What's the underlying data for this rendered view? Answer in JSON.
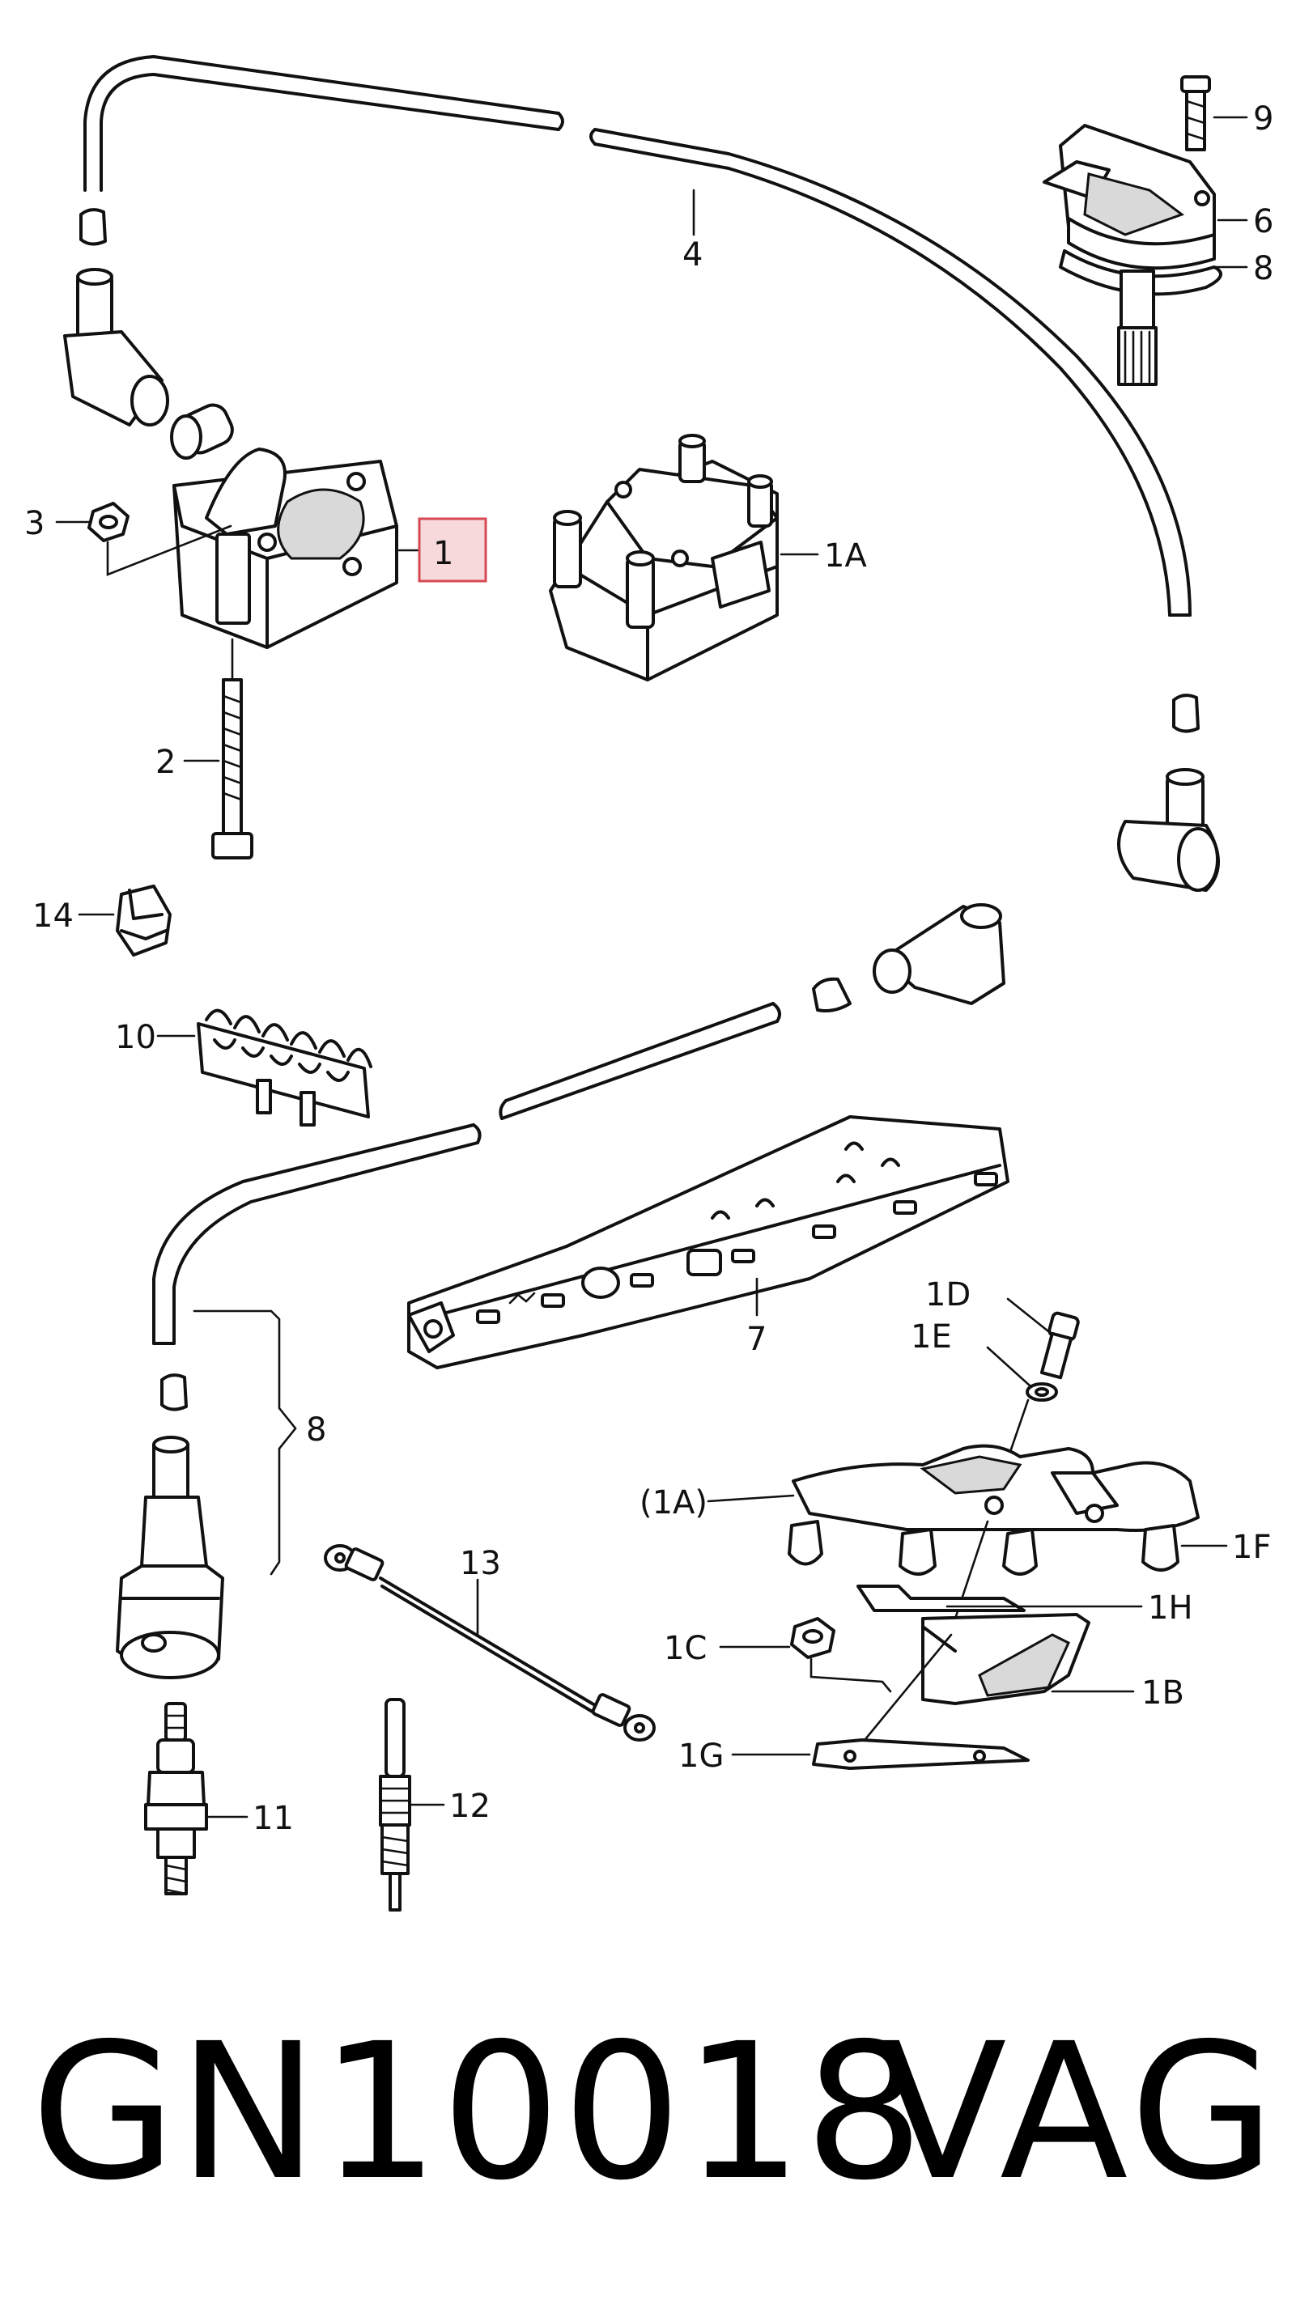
{
  "labels": {
    "l1": "1",
    "l1A": "1A",
    "l1A_paren": "(1A)",
    "l1B": "1B",
    "l1C": "1C",
    "l1D": "1D",
    "l1E": "1E",
    "l1F": "1F",
    "l1G": "1G",
    "l1H": "1H",
    "l2": "2",
    "l3": "3",
    "l4": "4",
    "l6": "6",
    "l7": "7",
    "l8": "8",
    "l8b": "8",
    "l9": "9",
    "l10": "10",
    "l11": "11",
    "l12": "12",
    "l13": "13",
    "l14": "14"
  },
  "highlight_color": "#f7d9dc",
  "highlight_border": "#d64a55",
  "footer": {
    "part_number": "GN10018",
    "brand": "VAG"
  }
}
